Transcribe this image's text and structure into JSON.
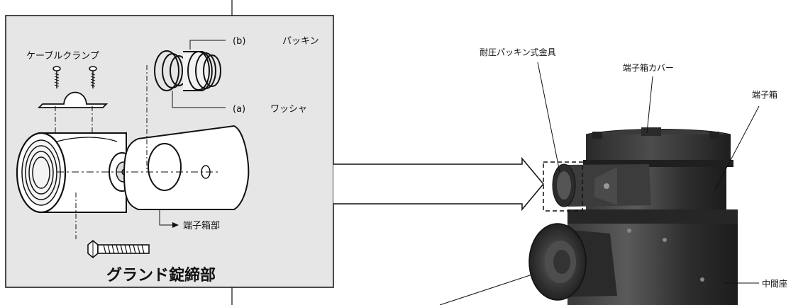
{
  "left_panel": {
    "title": "グランド錠締部",
    "labels": {
      "cable_clamp": "ケーブルクランプ",
      "packing_letter": "(b)",
      "packing": "パッキン",
      "washer_letter": "(a)",
      "washer": "ワッシャ",
      "terminal_box_part": "端子箱部"
    }
  },
  "right_panel": {
    "labels": {
      "pressure_fitting": "耐圧パッキン式金具",
      "terminal_box_cover": "端子箱カバー",
      "terminal_box": "端子箱",
      "middle_seat": "中間座"
    }
  },
  "colors": {
    "panel_bg": "#e6e6e6",
    "ink": "#111111",
    "motor_body": "#2b2b2b",
    "motor_highlight": "#555555"
  }
}
